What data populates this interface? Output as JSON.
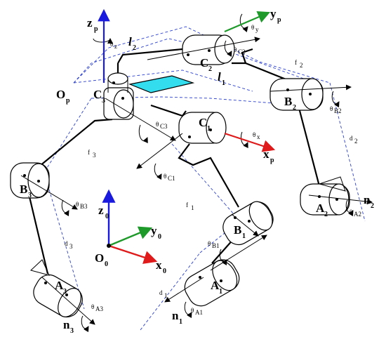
{
  "labels": {
    "zp": "z",
    "zp_sub": "p",
    "yp": "y",
    "yp_sub": "p",
    "xp": "x",
    "xp_sub": "p",
    "z0": "z",
    "z0_sub": "0",
    "y0": "y",
    "y0_sub": "0",
    "x0": "x",
    "x0_sub": "0",
    "O0": "O",
    "O0_sub": "0",
    "Op": "O",
    "Op_sub": "p",
    "C1": "C",
    "C1_sub": "1",
    "C2": "C",
    "C2_sub": "2",
    "C3": "C",
    "C3_sub": "3",
    "B1": "B",
    "B1_sub": "1",
    "B2": "B",
    "B2_sub": "2",
    "B3": "B",
    "B3_sub": "3",
    "A1": "A",
    "A1_sub": "1",
    "A2": "A",
    "A2_sub": "2",
    "A3": "A",
    "A3_sub": "3",
    "n1": "n",
    "n1_sub": "1",
    "n2": "n",
    "n2_sub": "2",
    "n3": "n",
    "n3_sub": "3",
    "l1": "l",
    "l1_sub": "1",
    "l2": "l",
    "l2_sub": "2",
    "f1": "f",
    "f1_sub": "1",
    "f2": "f",
    "f2_sub": "2",
    "f3": "f",
    "f3_sub": "3",
    "d1": "d",
    "d1_sub": "1",
    "d2": "d",
    "d2_sub": "2",
    "d3": "d",
    "d3_sub": "3",
    "theta_z": "θ",
    "theta_z_sub": "z",
    "theta_y": "θ",
    "theta_y_sub": "y",
    "theta_x": "θ",
    "theta_x_sub": "x",
    "theta_C1": "θ",
    "theta_C1_sub": "C1",
    "theta_C2": "θ",
    "theta_C2_sub": "C2",
    "theta_C3": "θ",
    "theta_C3_sub": "C3",
    "theta_B1": "θ",
    "theta_B1_sub": "B1",
    "theta_B2": "θ",
    "theta_B2_sub": "B2",
    "theta_B3": "θ",
    "theta_B3_sub": "B3",
    "theta_A1": "θ",
    "theta_A1_sub": "A1",
    "theta_A2": "θ",
    "theta_A2_sub": "A2",
    "theta_A3": "θ",
    "theta_A3_sub": "A3"
  },
  "colors": {
    "axis_z": "#1a1adf",
    "axis_y": "#1e9a2a",
    "axis_x": "#e01a1a",
    "platform": "#33ddee",
    "dashed": "#2a3fd0"
  }
}
